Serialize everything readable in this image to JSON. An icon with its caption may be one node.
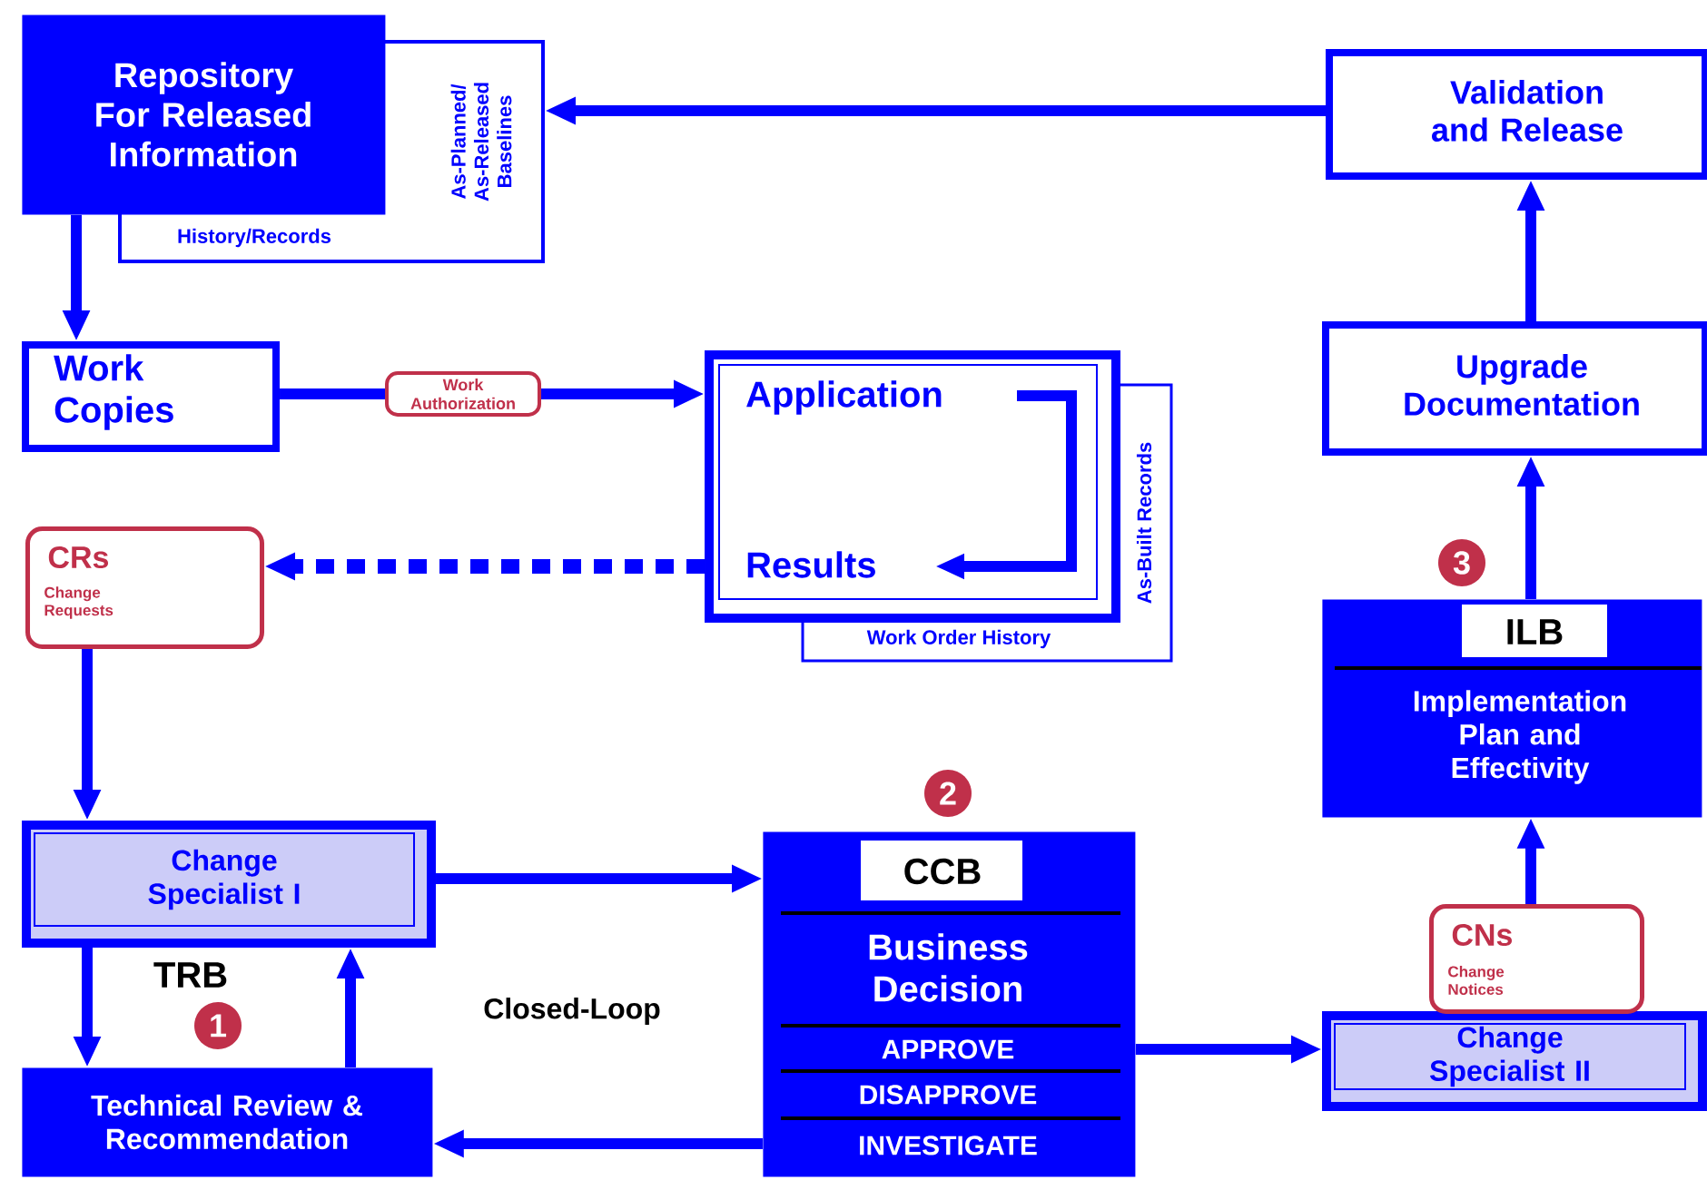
{
  "diagram": {
    "nodes": [
      {
        "text": [
          "As-Planned/ As-Released Baselines",
          "History/Records"
        ]
      },
      {
        "text": [
          "Repository For Released Information"
        ]
      },
      {
        "text": [
          "Work Copies"
        ]
      },
      {
        "text": [
          "Application",
          "Results"
        ],
        "beside": [
          "As-Built Records",
          "Work Order History"
        ]
      },
      {
        "text": [
          "CRs",
          "Change Requests"
        ]
      },
      {
        "text": [
          "Change Specialist I"
        ]
      },
      {
        "text": [
          "Technical Review & Recommendation"
        ]
      },
      {
        "text": [
          "CCB",
          "Business Decision",
          "APPROVE",
          "DISAPPROVE",
          "INVESTIGATE"
        ]
      },
      {
        "text": [
          "Change Specialist II"
        ]
      },
      {
        "text": [
          "CNs",
          "Change Notices"
        ]
      },
      {
        "text": [
          "ILB",
          "Implementation Plan and Effectivity"
        ]
      },
      {
        "text": [
          "Upgrade Documentation"
        ]
      },
      {
        "text": [
          "Validation and Release"
        ]
      },
      {
        "text": [
          "Work Authorization"
        ]
      }
    ],
    "edges": [
      {
        "from": 12,
        "to": 0,
        "arrow": "to"
      },
      {
        "from": 1,
        "to": 2,
        "arrow": "to"
      },
      {
        "from": 2,
        "to": 13,
        "arrow": "none"
      },
      {
        "from": 3,
        "to": 4,
        "arrow": "to",
        "style": "dashed"
      },
      {
        "from": 4,
        "to": 5,
        "arrow": "to"
      },
      {
        "from": 5,
        "to": 6,
        "arrow": "to"
      },
      {
        "from": 6,
        "to": 5,
        "arrow": "to"
      },
      {
        "from": 5,
        "to": 7,
        "arrow": "to"
      },
      {
        "from": 7,
        "to": 6,
        "arrow": "to"
      },
      {
        "from": 7,
        "to": 8,
        "arrow": "to"
      },
      {
        "from": 9,
        "to": 10,
        "arrow": "to"
      },
      {
        "from": 10,
        "to": 11,
        "arrow": "to"
      },
      {
        "from": 11,
        "to": 12,
        "arrow": "to"
      },
      {
        "from": 13,
        "to": 3,
        "arrow": "to"
      }
    ],
    "labels": [
      "3",
      "2",
      "TRB",
      "Closed-Loop",
      "1"
    ]
  }
}
